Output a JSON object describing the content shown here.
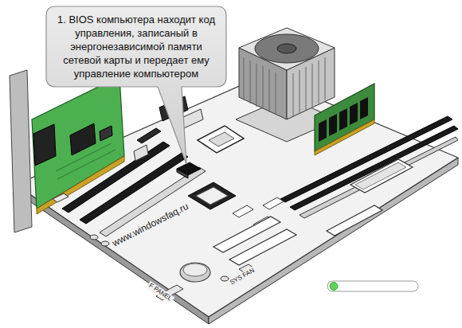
{
  "diagram": {
    "nodes": [
      {
        "text": [
          "1. BIOS компьютера находит код управления, записаный в энергонезависимой памяти сетевой карты и передает ему управление компьютером"
        ]
      }
    ],
    "labels": [
      "www.windowsfaq.ru",
      "SYS FAN",
      "F PANEL"
    ]
  }
}
